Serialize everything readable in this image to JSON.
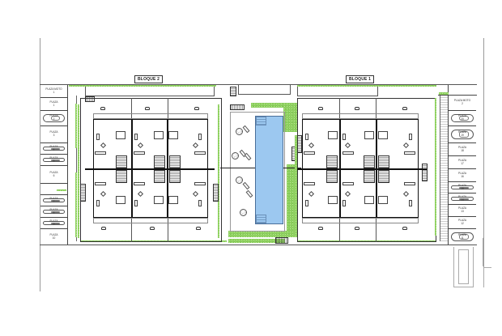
{
  "plan": {
    "blocks": [
      {
        "id": "bloque-2",
        "label": "BLOQUE 2"
      },
      {
        "id": "bloque-1",
        "label": "BLOQUE 1"
      }
    ],
    "parking_left": [
      {
        "label": "PLAZA MOTO",
        "num": "1",
        "car": false
      },
      {
        "label": "PLAZA",
        "num": "1",
        "car": false
      },
      {
        "label": "PLAZA",
        "num": "2",
        "car": true
      },
      {
        "label": "PLAZA",
        "num": "3",
        "car": false
      },
      {
        "label": "PLAZA",
        "num": "4",
        "car": true
      },
      {
        "label": "PLAZA",
        "num": "5",
        "car": true
      },
      {
        "label": "PLAZA",
        "num": "6",
        "car": false
      },
      {
        "label": "PLAZA",
        "num": "7",
        "car": true
      },
      {
        "label": "PLAZA",
        "num": "8",
        "car": true
      },
      {
        "label": "PLAZA",
        "num": "9",
        "car": true
      },
      {
        "label": "PLAZA",
        "num": "10",
        "car": false
      }
    ],
    "parking_right": [
      {
        "label": "PLAZA MOTO",
        "num": "2",
        "car": false
      },
      {
        "label": "PLAZA",
        "num": "20",
        "car": true
      },
      {
        "label": "PLAZA",
        "num": "19",
        "car": true
      },
      {
        "label": "PLAZA",
        "num": "18",
        "car": false
      },
      {
        "label": "PLAZA",
        "num": "17",
        "car": false
      },
      {
        "label": "PLAZA",
        "num": "16",
        "car": false
      },
      {
        "label": "PLAZA",
        "num": "15",
        "car": true
      },
      {
        "label": "PLAZA",
        "num": "14",
        "car": true
      },
      {
        "label": "PLAZA",
        "num": "13",
        "car": false
      },
      {
        "label": "PLAZA",
        "num": "12",
        "car": false
      },
      {
        "label": "PLAZA",
        "num": "11",
        "car": true
      }
    ],
    "colors": {
      "grass": "#8fd061",
      "pool_water": "#9cc8f0",
      "pool_edge": "#4a6f9a",
      "walls": "#111111",
      "background": "#ffffff"
    }
  }
}
